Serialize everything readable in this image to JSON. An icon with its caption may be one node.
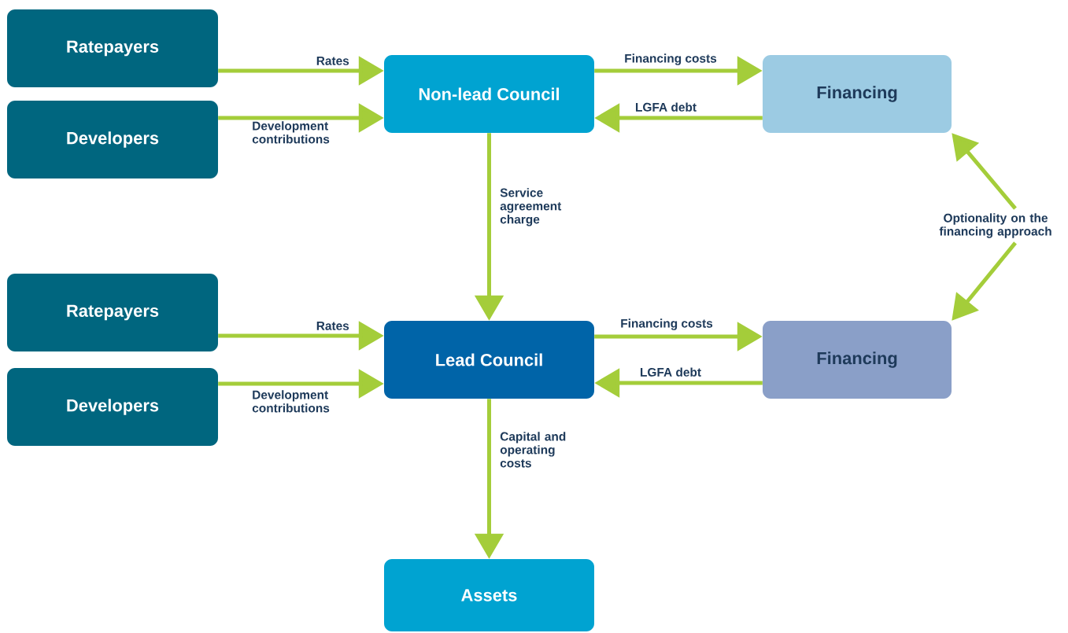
{
  "diagram": {
    "nodes": [
      {
        "text": [
          "Ratepayers"
        ]
      },
      {
        "text": [
          "Developers"
        ]
      },
      {
        "text": [
          "Non-lead Council"
        ]
      },
      {
        "text": [
          "Financing"
        ]
      },
      {
        "text": [
          "Ratepayers"
        ]
      },
      {
        "text": [
          "Developers"
        ]
      },
      {
        "text": [
          "Lead Council"
        ]
      },
      {
        "text": [
          "Financing"
        ]
      },
      {
        "text": [
          "Assets"
        ]
      },
      {
        "text": [
          "Optionality on the financing approach"
        ]
      }
    ],
    "edges": [
      {
        "from": 0,
        "to": 2,
        "arrow": "to",
        "label": "Rates"
      },
      {
        "from": 1,
        "to": 2,
        "arrow": "to",
        "label": "Development contributions"
      },
      {
        "from": 2,
        "to": 3,
        "arrow": "to",
        "label": "Financing costs"
      },
      {
        "from": 3,
        "to": 2,
        "arrow": "to",
        "label": "LGFA debt"
      },
      {
        "from": 2,
        "to": 6,
        "arrow": "to",
        "label": "Service agreement charge"
      },
      {
        "from": 4,
        "to": 6,
        "arrow": "to",
        "label": "Rates"
      },
      {
        "from": 5,
        "to": 6,
        "arrow": "to",
        "label": "Development contributions"
      },
      {
        "from": 6,
        "to": 7,
        "arrow": "to",
        "label": "Financing costs"
      },
      {
        "from": 7,
        "to": 6,
        "arrow": "to",
        "label": "LGFA debt"
      },
      {
        "from": 6,
        "to": 8,
        "arrow": "to",
        "label": "Capital and operating costs"
      },
      {
        "from": 9,
        "to": 3,
        "arrow": "to"
      },
      {
        "from": 9,
        "to": 7,
        "arrow": "to"
      }
    ]
  }
}
